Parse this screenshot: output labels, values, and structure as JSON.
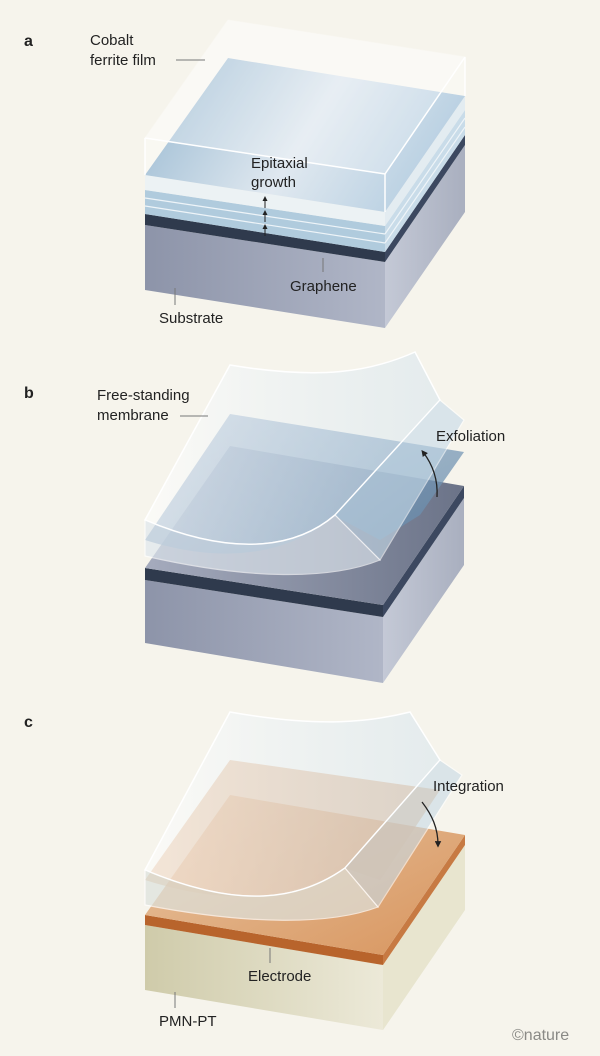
{
  "panels": {
    "a": {
      "letter": "a",
      "cobalt_label": [
        "Cobalt",
        "ferrite film"
      ],
      "epitaxial_label": [
        "Epitaxial",
        "growth"
      ],
      "graphene_label": "Graphene",
      "substrate_label": "Substrate"
    },
    "b": {
      "letter": "b",
      "membrane_label": [
        "Free-standing",
        "membrane"
      ],
      "exfoliation_label": "Exfoliation"
    },
    "c": {
      "letter": "c",
      "integration_label": "Integration",
      "electrode_label": "Electrode",
      "pmnpt_label": "PMN-PT"
    }
  },
  "credit": "©nature",
  "colors": {
    "background": "#f6f4ec",
    "substrate": "#9ea5b9",
    "graphene": "#2f3a4d",
    "film": "#c9dcea",
    "electrode": "#c77a43",
    "pmnpt": "#e2dfc7"
  }
}
